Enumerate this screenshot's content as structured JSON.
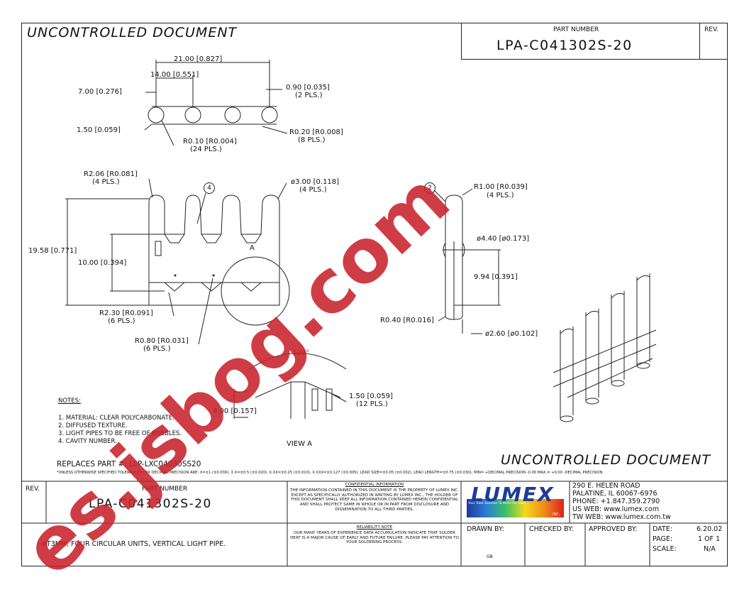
{
  "header": {
    "uncontrolled_top": "UNCONTROLLED DOCUMENT",
    "part_number_label": "PART NUMBER",
    "part_number": "LPA-C041302S-20",
    "rev_label": "REV."
  },
  "dims_top": {
    "d21": "21.00 [0.827]",
    "d14": "14.00 [0.551]",
    "d7": "7.00 [0.276]",
    "d090": "0.90 [0.035]",
    "d090_pls": "(2 PLS.)",
    "d150": "1.50 [0.059]",
    "r010": "R0.10 [R0.004]",
    "r010_pls": "(24 PLS.)",
    "r020": "R0.20 [R0.008]",
    "r020_pls": "(8 PLS.)"
  },
  "dims_front": {
    "r206": "R2.06 [R0.081]",
    "r206_pls": "(4 PLS.)",
    "callout4": "4",
    "dia300": "ø3.00 [0.118]",
    "dia300_pls": "(4 PLS.)",
    "h1958": "19.58 [0.771]",
    "h1000": "10.00 [0.394]",
    "label_a": "A",
    "r230": "R2.30 [R0.091]",
    "r230_pls": "(6 PLS.)",
    "r080": "R0.80 [R0.031]",
    "r080_pls": "(6 PLS.)"
  },
  "dims_side": {
    "callout2": "2",
    "r100": "R1.00 [R0.039]",
    "r100_pls": "(4 PLS.)",
    "dia440": "ø4.40 [ø0.173]",
    "d994": "9.94 [0.391]",
    "r040": "R0.40 [R0.016]",
    "dia260": "ø2.60 [ø0.102]"
  },
  "view_a": {
    "angle": "120°",
    "d150": "1.50 [0.059]",
    "d150_pls": "(12 PLS.)",
    "d400": "4.00 [0.157]",
    "label": "VIEW A"
  },
  "notes": {
    "title": "NOTES:",
    "items": [
      "1. MATERIAL: CLEAR POLYCARBONATE.",
      "2. DIFFUSED TEXTURE.",
      "3. LIGHT PIPES TO BE FREE OF BUBBLES.",
      "4. CAVITY NUMBER."
    ]
  },
  "replaces": "REPLACES PART #:  LLP-LXC04030SS20",
  "tolerance_line": "*UNLESS OTHERWISE SPECIFIED TOLERANCES PER DECIMAL PRECISION ARE: X=±1 (±0.039), X.X=±0.5 (±0.020), X.XX=±0.25 (±0.010), X.XXX=±0.127 (±0.005).   LEAD SIZE=±0.05 (±0.002), LEAD LENGTH=±0.75 (±0.030), MIN= +DECIMAL PRECISION -0.00   MAX.= +0.00 -DECIMAL PRECISION",
  "uncontrolled_bottom": "UNCONTROLLED DOCUMENT",
  "title_block": {
    "rev_label": "REV.",
    "part_number_label": "PART NUMBER",
    "part_number": "LPA-C041302S-20",
    "description": "øT3MM, FOUR CIRCULAR UNITS, VERTICAL LIGHT PIPE.",
    "confidential_title": "CONFIDENTIAL INFORMATION",
    "confidential_text": "THE INFORMATION CONTAINED IN THIS DOCUMENT IS THE PROPERTY OF LUMEX INC. EXCEPT AS SPECIFICALLY AUTHORIZED IN WRITING BY LUMEX INC., THE HOLDER OF THIS DOCUMENT SHALL KEEP ALL INFORMATION CONTAINED HEREIN CONFIDENTIAL AND SHALL PROTECT SAME IN WHOLE OR IN PART FROM DISCLOSURE AND DISSEMINATION TO ALL THIRD PARTIES.",
    "reliability_title": "RELIABILITY NOTE",
    "reliability_text": "OUR MANY YEARS OF EXPERIENCE DATA ACCUMULATION INDICATE THAT SOLDER HEAT IS A MAJOR CAUSE OF EARLY AND FUTURE FAILURE. PLEASE PAY ATTENTION TO YOUR SOLDERING PROCESS.",
    "logo_text": "LUMEX",
    "logo_tagline": "Your Total Solution To Write For Your",
    "logo_inc": "INC.",
    "address": [
      "290 E. HELEN ROAD",
      "PALATINE, IL  60067-6976",
      "PHONE: +1.847.359.2790",
      "US WEB: www.lumex.com",
      "TW WEB: www.lumex.com.tw"
    ],
    "drawn_by_label": "DRAWN BY:",
    "drawn_by": "GB",
    "checked_by_label": "CHECKED BY:",
    "approved_by_label": "APPROVED BY:",
    "date_label": "DATE:",
    "date": "6.20.02",
    "page_label": "PAGE:",
    "page": "1 OF 1",
    "scale_label": "SCALE:",
    "scale": "N/A"
  },
  "watermark": "es.jsbog.com",
  "colors": {
    "watermark": "#c8232c",
    "line": "#222222"
  }
}
